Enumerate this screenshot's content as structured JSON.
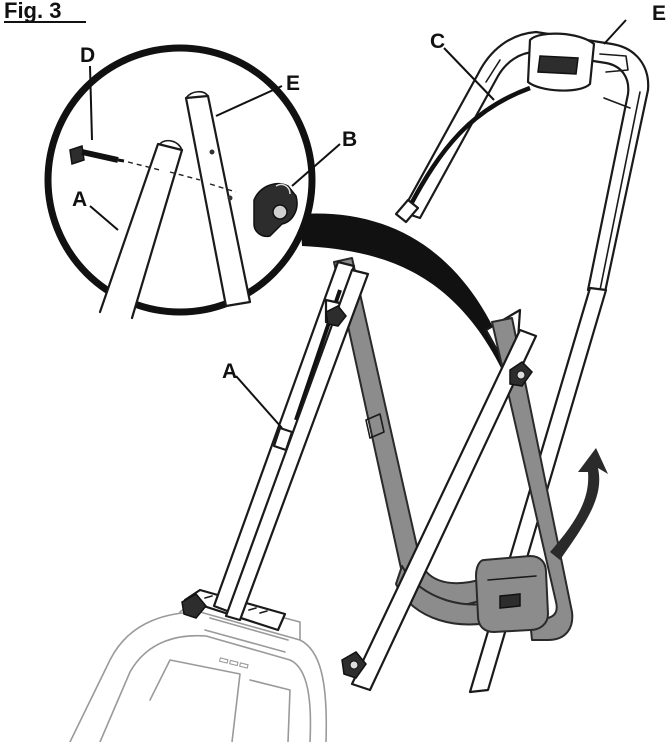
{
  "figure": {
    "title": "Fig. 3"
  },
  "callouts": {
    "a_main": "A",
    "a_inset": "A",
    "b": "B",
    "c": "C",
    "d": "D",
    "e_inset": "E",
    "e_top": "E"
  },
  "colors": {
    "line": "#1a1a1a",
    "lower_handle_grey": "#8c8c8c",
    "inset_band": "#111111"
  }
}
